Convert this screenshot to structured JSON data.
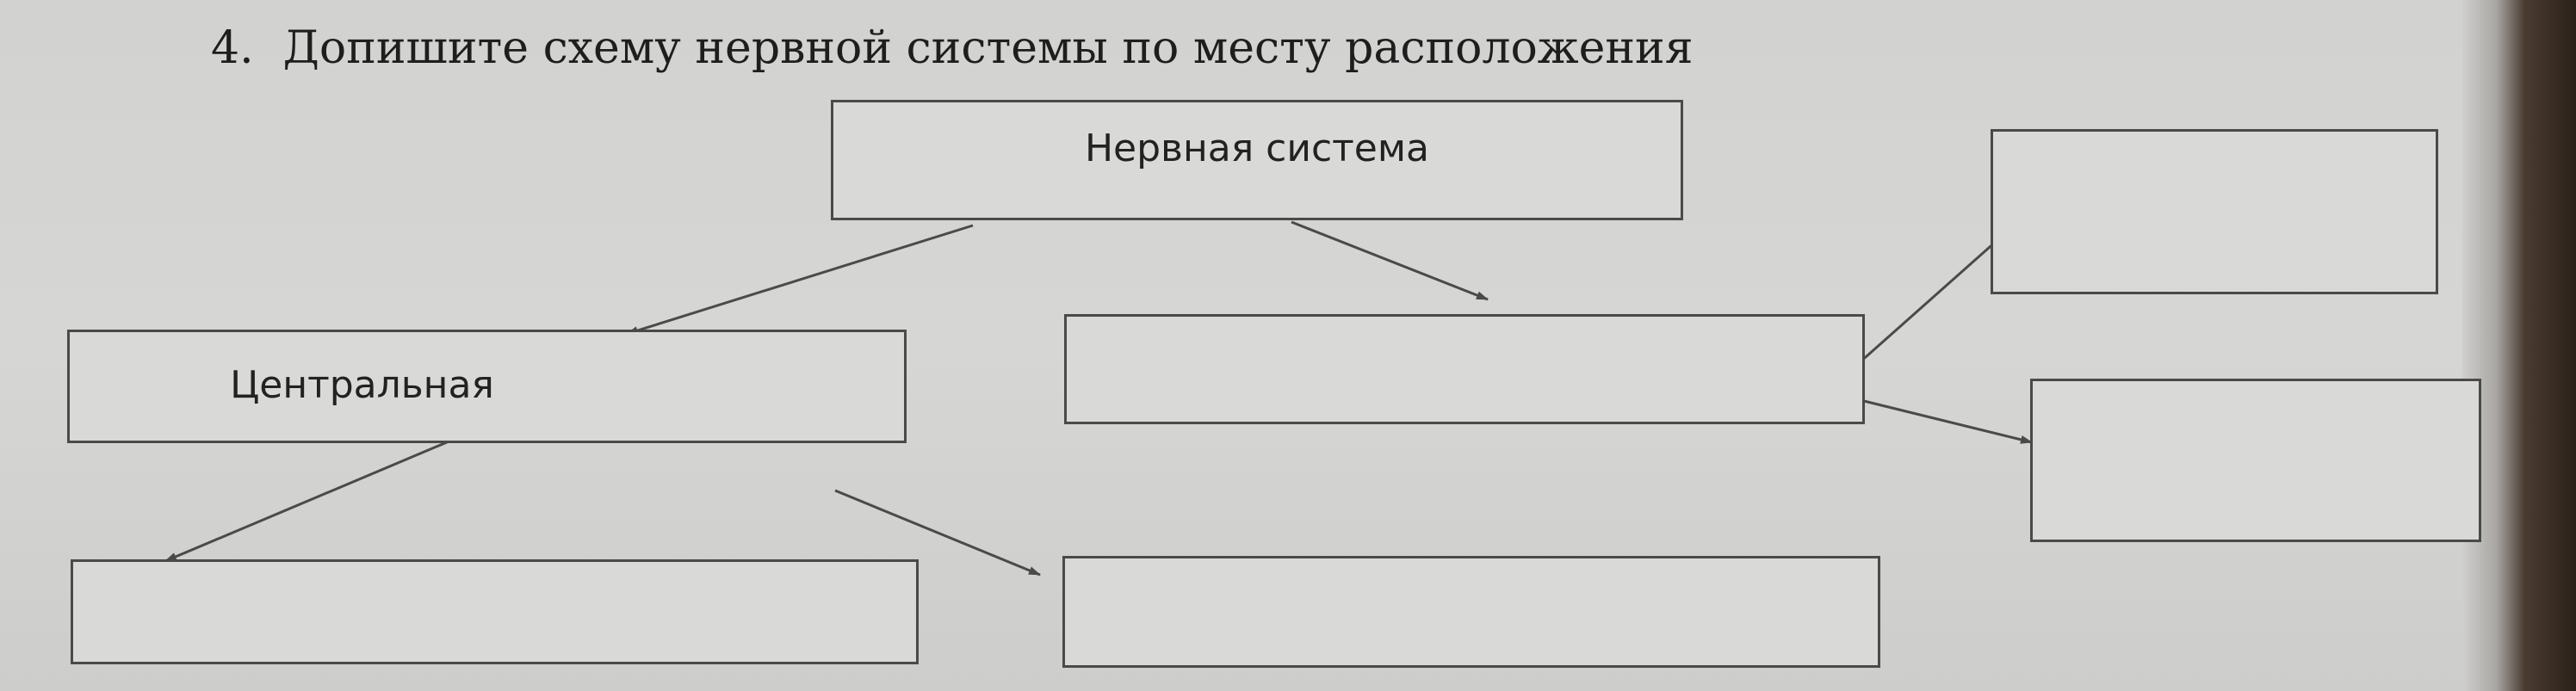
{
  "task": {
    "number": "4.",
    "text": "Допишите схему нервной системы по месту расположения"
  },
  "diagram": {
    "root": "Нервная система",
    "left_branch": "Центральная",
    "empty_boxes": [
      "",
      "",
      "",
      "",
      "",
      ""
    ]
  }
}
